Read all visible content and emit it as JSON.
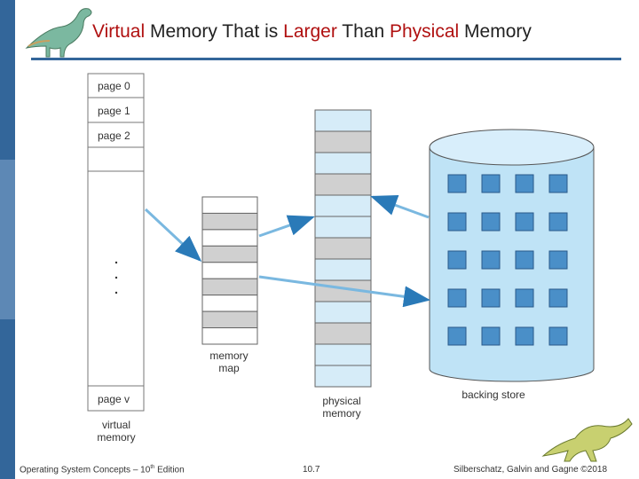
{
  "title": {
    "parts": [
      {
        "text": "Virtual",
        "highlight": true
      },
      {
        "text": " Memory That is ",
        "highlight": false
      },
      {
        "text": "Larger",
        "highlight": true
      },
      {
        "text": " Than ",
        "highlight": false
      },
      {
        "text": "Physical",
        "highlight": true
      },
      {
        "text": " Memory",
        "highlight": false
      }
    ]
  },
  "virtual_memory": {
    "pages": [
      "page 0",
      "page 1",
      "page 2"
    ],
    "last_page": "page v",
    "label_line1": "virtual",
    "label_line2": "memory"
  },
  "memory_map": {
    "label_line1": "memory",
    "label_line2": "map",
    "rows": [
      "white",
      "gray",
      "white",
      "gray",
      "white",
      "gray",
      "white",
      "gray",
      "white"
    ]
  },
  "physical_memory": {
    "label_line1": "physical",
    "label_line2": "memory",
    "rows": [
      "blue",
      "gray",
      "blue",
      "gray",
      "blue",
      "blue",
      "gray",
      "blue",
      "gray",
      "blue",
      "gray",
      "blue",
      "blue"
    ]
  },
  "backing_store": {
    "label": "backing store",
    "grid_rows": 5,
    "grid_cols": 4
  },
  "footer": {
    "left_prefix": "Operating System Concepts – 10",
    "left_sup": "th",
    "left_suffix": " Edition",
    "page_number": "10.7",
    "right": "Silberschatz, Galvin and Gagne ©2018"
  },
  "colors": {
    "title_highlight": "#b01010",
    "sidebar": "#33669a",
    "cell_gray": "#d0d0d0",
    "cell_blue": "#d6ecf8",
    "cylinder": "#bfe3f6",
    "cylinder_square": "#4a8fc8",
    "arrow": "#7ab8e0"
  }
}
